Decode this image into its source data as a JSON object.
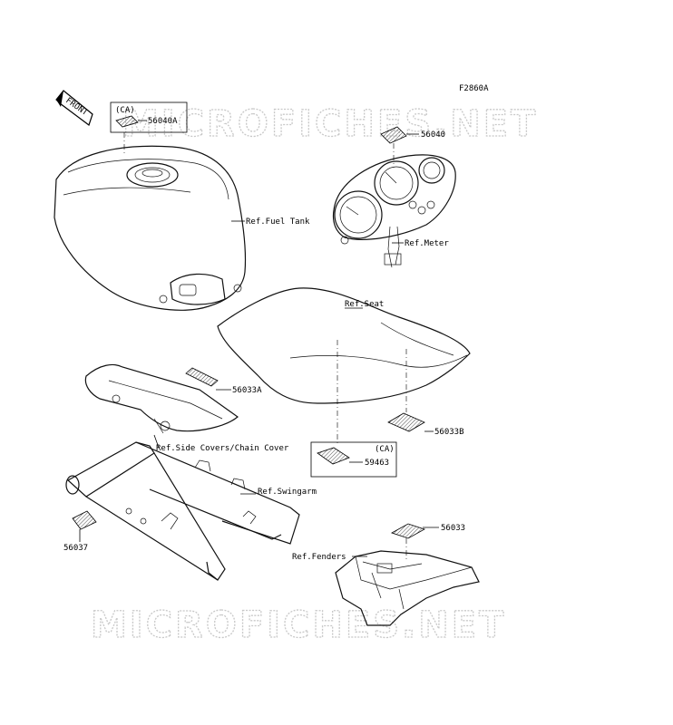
{
  "diagram_code": "F2860A",
  "direction_tag": "FRONT",
  "watermark": "MICROFICHES.NET",
  "labels": {
    "ca_top": "(CA)",
    "ca_bottom": "(CA)",
    "p56040A": "56040A",
    "p56040": "56040",
    "ref_fuel_tank": "Ref.Fuel Tank",
    "ref_meter": "Ref.Meter",
    "ref_seat": "Ref.Seat",
    "p56033A": "56033A",
    "p56033B": "56033B",
    "ref_side_covers": "Ref.Side Covers/Chain Cover",
    "p59463": "59463",
    "ref_swingarm": "Ref.Swingarm",
    "p56037": "56037",
    "p56033": "56033",
    "ref_fenders": "Ref.Fenders"
  }
}
